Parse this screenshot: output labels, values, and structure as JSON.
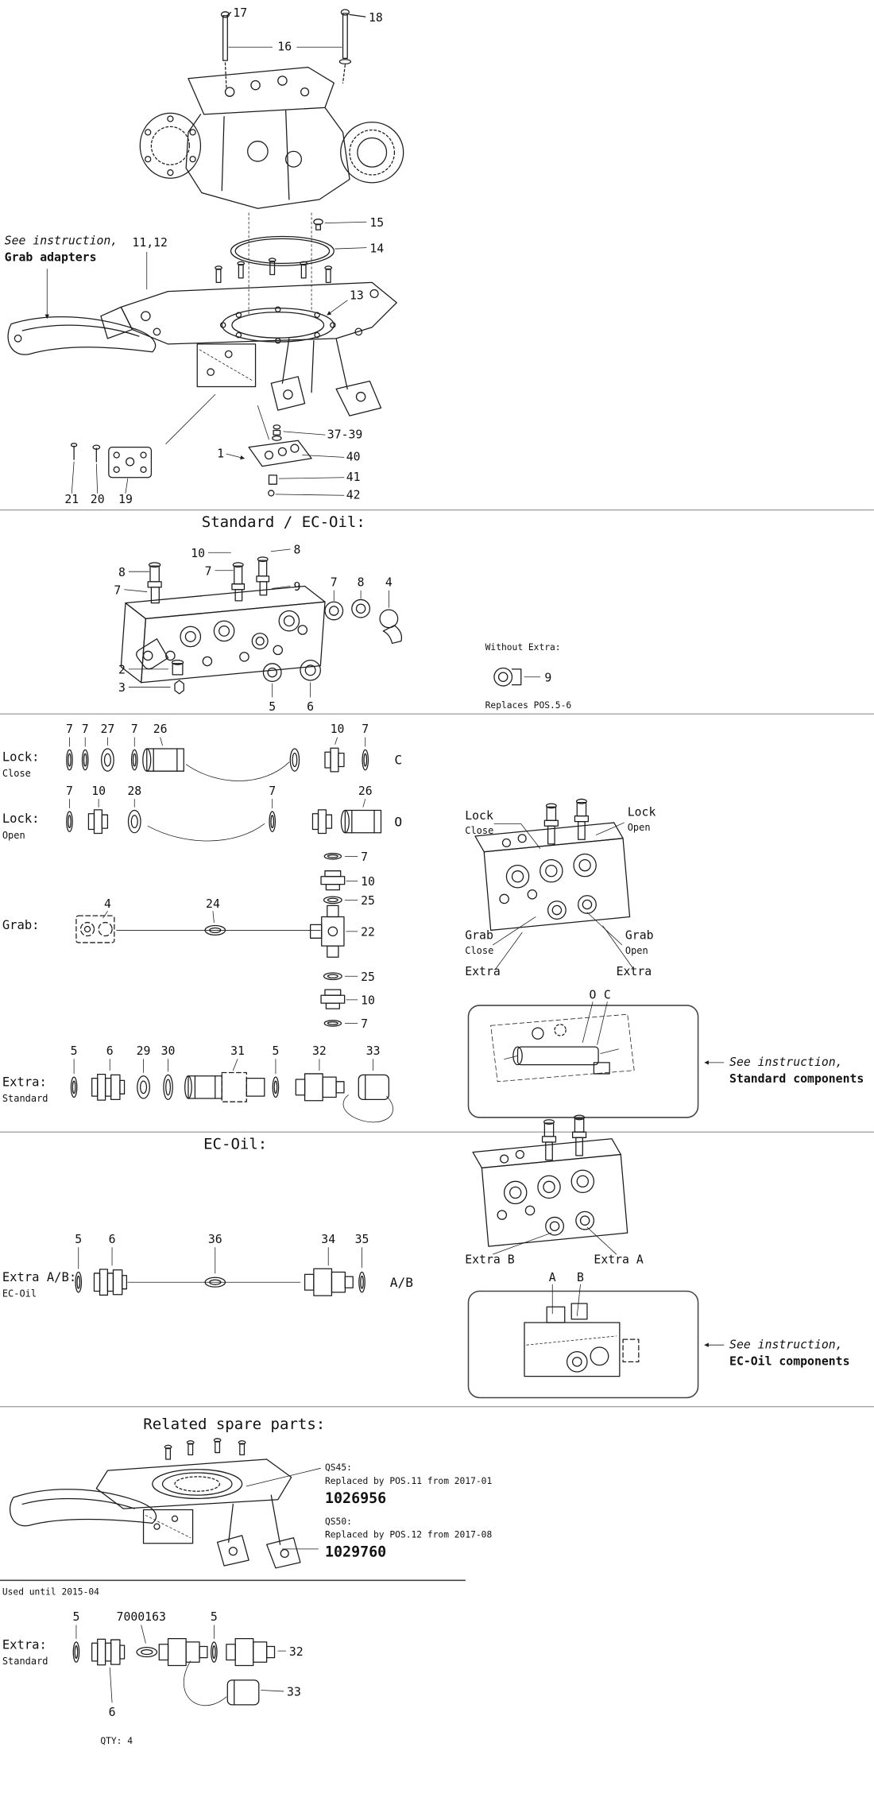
{
  "colors": {
    "line": "#1c1c1c",
    "divider": "#9a9a9a",
    "background": "#ffffff"
  },
  "exploded_view": {
    "note_line1": "See instruction,",
    "note_line2": "Grab adapters",
    "callouts": [
      "17",
      "18",
      "16",
      "15",
      "14",
      "13",
      "11,12",
      "37-39",
      "1",
      "40",
      "41",
      "42",
      "21",
      "20",
      "19"
    ]
  },
  "standard_ecoil": {
    "title": "Standard / EC-Oil:",
    "callouts": [
      "10",
      "8",
      "7",
      "9",
      "8",
      "7",
      "7",
      "8",
      "4",
      "2",
      "3",
      "5",
      "6"
    ],
    "without_extra": {
      "title": "Without Extra:",
      "callout": "9",
      "note": "Replaces POS.5-6"
    }
  },
  "lock_close": {
    "label": "Lock:",
    "sublabel": "Close",
    "callouts": [
      "7",
      "7",
      "27",
      "7",
      "26",
      "10",
      "7"
    ],
    "port_letter": "C"
  },
  "lock_open": {
    "label": "Lock:",
    "sublabel": "Open",
    "callouts": [
      "7",
      "10",
      "28",
      "7",
      "26"
    ],
    "port_letter": "O"
  },
  "grab": {
    "label": "Grab:",
    "callouts": [
      "4",
      "24",
      "7",
      "10",
      "25",
      "22",
      "25",
      "10",
      "7"
    ]
  },
  "valve_block_standard": {
    "lock_close": [
      "Lock",
      "Close"
    ],
    "lock_open": [
      "Lock",
      "Open"
    ],
    "grab_close": [
      "Grab",
      "Close"
    ],
    "grab_open": [
      "Grab",
      "Open"
    ],
    "extra_left": "Extra",
    "extra_right": "Extra"
  },
  "extra_standard": {
    "label": "Extra:",
    "sublabel": "Standard",
    "callouts": [
      "5",
      "6",
      "29",
      "30",
      "31",
      "5",
      "32",
      "33"
    ]
  },
  "standard_components_box": {
    "port_o": "O",
    "port_c": "C",
    "note_line1": "See instruction,",
    "note_line2": "Standard components"
  },
  "ecoil_section": {
    "title": "EC-Oil:",
    "extra_b": "Extra B",
    "extra_a": "Extra A"
  },
  "extra_ab": {
    "label": "Extra A/B:",
    "sublabel": "EC-Oil",
    "callouts": [
      "5",
      "6",
      "36",
      "34",
      "35"
    ],
    "port_letter": "A/B"
  },
  "ecoil_components_box": {
    "port_a": "A",
    "port_b": "B",
    "note_line1": "See instruction,",
    "note_line2": "EC-Oil components"
  },
  "related_spare_parts": {
    "title": "Related spare parts:",
    "qs45_label": "QS45:",
    "qs45_note": "Replaced by POS.11 from 2017-01",
    "qs45_part_number": "1026956",
    "qs50_label": "QS50:",
    "qs50_note": "Replaced by POS.12 from 2017-08",
    "qs50_part_number": "1029760",
    "used_until": "Used until 2015-04"
  },
  "extra_standard_old": {
    "label": "Extra:",
    "sublabel": "Standard",
    "callouts": [
      "5",
      "7000163",
      "5",
      "32",
      "33",
      "6"
    ],
    "qty": "QTY: 4"
  }
}
